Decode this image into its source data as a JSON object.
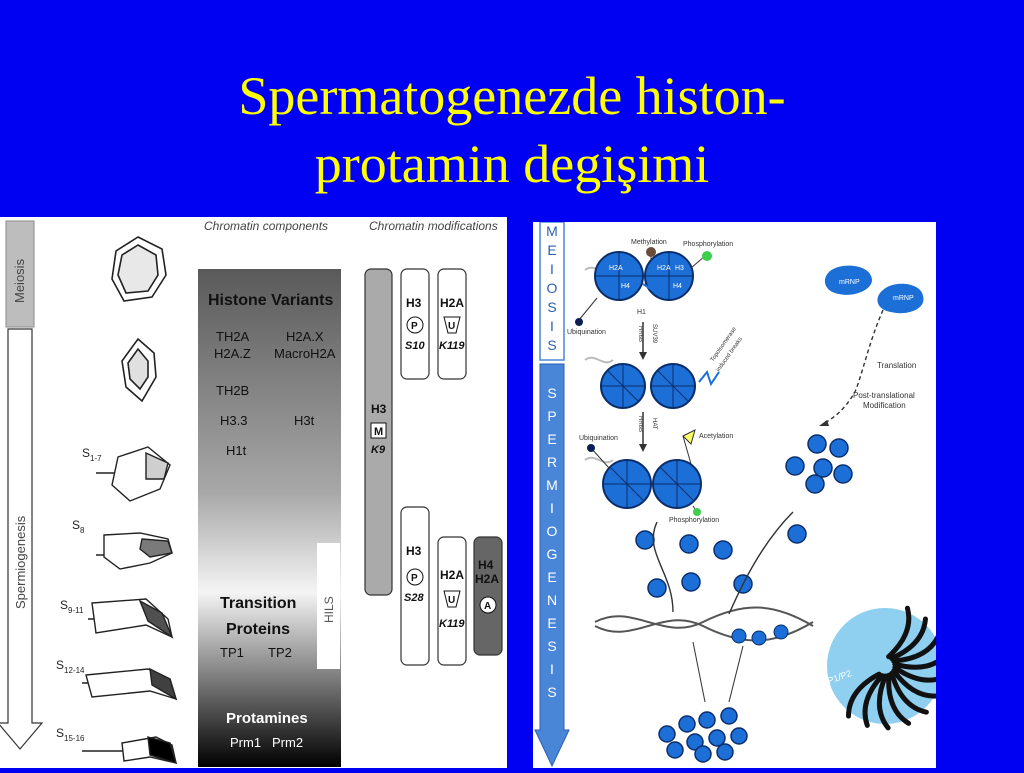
{
  "title": {
    "line1": "Spermatogenezde histon-",
    "line2": "protamin degişimi"
  },
  "left_panel": {
    "header_components": "Chromatin components",
    "header_modifications": "Chromatin modifications",
    "stage_meiosis": "Meiosis",
    "stage_spermiogenesis": "Spermiogenesis",
    "stage_labels": [
      {
        "s": "S",
        "sub": "1-7"
      },
      {
        "s": "S",
        "sub": "8"
      },
      {
        "s": "S",
        "sub": "9-11"
      },
      {
        "s": "S",
        "sub": "12-14"
      },
      {
        "s": "S",
        "sub": "15-16"
      }
    ],
    "histone_variants_title": "Histone  Variants",
    "variants": {
      "th2a": "TH2A",
      "h2ax": "H2A.X",
      "h2az": "H2A.Z",
      "macroh2a": "MacroH2A",
      "th2b": "TH2B",
      "h33": "H3.3",
      "h3t": "H3t",
      "h1t": "H1t"
    },
    "transition_title_1": "Transition",
    "transition_title_2": "Proteins",
    "tp1": "TP1",
    "tp2": "TP2",
    "protamines_title": "Protamines",
    "prm1": "Prm1",
    "prm2": "Prm2",
    "hils": "HILS",
    "mods": {
      "h3_k9_name": "H3",
      "h3_k9_mark": "M",
      "h3_k9_site": "K9",
      "h3_s10_name": "H3",
      "h3_s10_mark": "P",
      "h3_s10_site": "S10",
      "h2a_k119a_name": "H2A",
      "h2a_k119a_mark": "U",
      "h2a_k119a_site": "K119",
      "h3_s28_name": "H3",
      "h3_s28_mark": "P",
      "h3_s28_site": "S28",
      "h2a_k119b_name": "H2A",
      "h2a_k119b_mark": "U",
      "h2a_k119b_site": "K119",
      "h4h2a_name1": "H4",
      "h4h2a_name2": "H2A",
      "h4h2a_mark": "A"
    }
  },
  "right_panel": {
    "meiosis_letters": [
      "M",
      "E",
      "I",
      "O",
      "S",
      "I",
      "S"
    ],
    "spermiogenesis_letters": [
      "S",
      "P",
      "E",
      "R",
      "M",
      "I",
      "O",
      "G",
      "E",
      "N",
      "E",
      "S",
      "I",
      "S"
    ],
    "methylation": "Methylation",
    "phosphorylation": "Phosphorylation",
    "ubiquination": "Ubiquination",
    "h1": "H1",
    "h2a": "H2A",
    "h3": "H3",
    "h4": "H4",
    "hr6b": "HR6B",
    "suv39": "SUV39",
    "topoisomerase_1": "Topoisomerase",
    "topoisomerase_2": "induced breaks",
    "hat": "HAT",
    "ubiquination_2": "Ubiquination",
    "acetylation": "Acetylation",
    "phosphorylation_2": "Phosphorylation",
    "mrnp": "mRNP",
    "translation": "Translation",
    "ptm_1": "Post-translational",
    "ptm_2": "Modification",
    "p1p2": "P1/P2"
  },
  "colors": {
    "background": "#0000f2",
    "title": "#ffff00",
    "panel": "#ffffff",
    "protein_blue": "#1c6fd6",
    "stage_bar_blue": "#4a86d8"
  }
}
